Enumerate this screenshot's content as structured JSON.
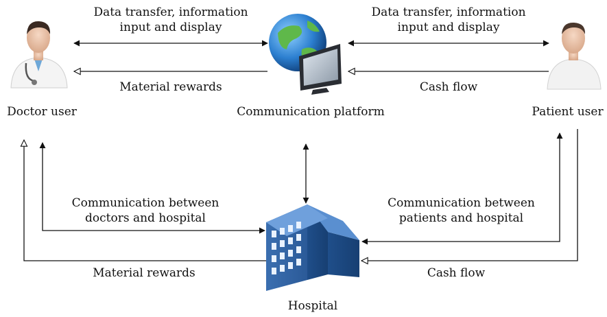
{
  "actors": {
    "doctor": "Doctor user",
    "platform": "Communication platform",
    "patient": "Patient user",
    "hospital": "Hospital"
  },
  "links": {
    "doctor_platform_data": [
      "Data transfer, information",
      "input and display"
    ],
    "patient_platform_data": [
      "Data transfer, information",
      "input and display"
    ],
    "platform_to_doctor": "Material rewards",
    "patient_to_platform": "Cash flow",
    "doctor_hospital_comm": [
      "Communication between",
      "doctors and hospital"
    ],
    "patient_hospital_comm": [
      "Communication between",
      "patients and hospital"
    ],
    "hospital_to_doctor": "Material rewards",
    "patient_to_hospital": "Cash flow"
  },
  "icons": {
    "doctor": "doctor-avatar-icon",
    "platform": "globe-monitor-icon",
    "patient": "patient-avatar-icon",
    "hospital": "hospital-building-icon"
  }
}
